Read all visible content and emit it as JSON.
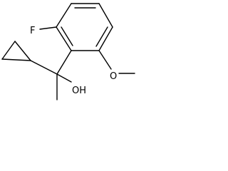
{
  "molecule": {
    "labels": {
      "fluorine": "F",
      "hydroxyl": "OH",
      "methoxy": "O"
    }
  }
}
